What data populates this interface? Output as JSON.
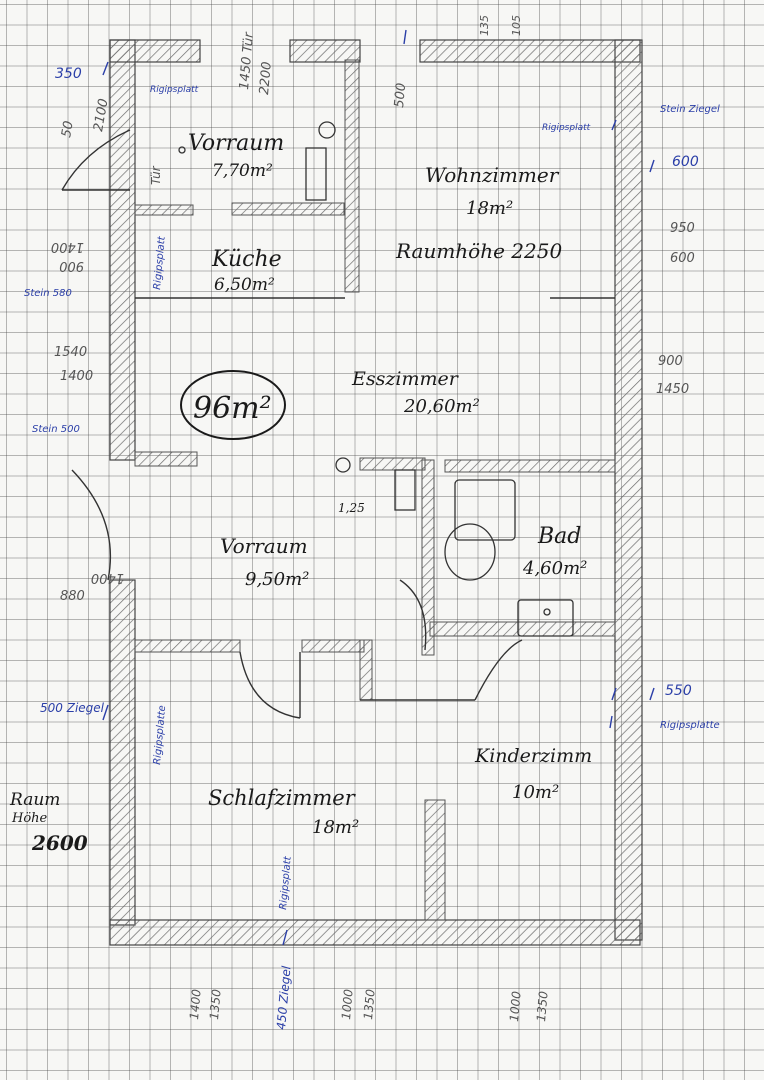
{
  "rooms": {
    "vorraum_top": {
      "name": "Vorraum",
      "area": "7,70m²"
    },
    "kueche": {
      "name": "Küche",
      "area": "6,50m²"
    },
    "wohnzimmer": {
      "name": "Wohnzimmer",
      "area": "18m²"
    },
    "raumhoehe": "Raumhöhe 2250",
    "esszimmer": {
      "name": "Esszimmer",
      "area": "20,60m²"
    },
    "total_area": "96m²",
    "vorraum_mid": {
      "name": "Vorraum",
      "area": "9,50m²"
    },
    "bad": {
      "name": "Bad",
      "area": "4,60m²"
    },
    "kinderzimmer": {
      "name": "Kinderzimm",
      "area": "10m²"
    },
    "schlafzimmer": {
      "name": "Schlafzimmer",
      "area": "18m²"
    },
    "raum_label": "Raum",
    "hoehe_label": "Höhe",
    "raumhoehe_value": "2600",
    "small_dim": "1,25"
  },
  "annotations": {
    "a350": "350",
    "rigips_top_left": "Rigipsplatt",
    "d2100": "2100",
    "d50": "50",
    "d1450_tuer": "1450 Tür",
    "d2200": "2200",
    "d500_top": "500",
    "d135": "135",
    "d105": "105",
    "rigips_top_right": "Rigipsplatt",
    "stein_ziegel": "Stein Ziegel",
    "d600_top": "600",
    "d950": "950",
    "d600_b": "600",
    "d1400_l": "1400",
    "d900_l": "900",
    "stein_580": "Stein 580",
    "d1540": "1540",
    "d1400_b": "1400",
    "d900_r": "900",
    "d1450_r": "1450",
    "stein_500": "Stein 500",
    "d1400_mid": "1400",
    "d880": "880",
    "d500_ziegel": "500 Ziegel",
    "d550": "550",
    "rigips_right": "Rigipsplatte",
    "rigips_left_low": "Rigipsplatte",
    "rigips_kueche": "Rigipsplatt",
    "rigips_bottom": "Rigipsplatt",
    "tuer": "Tür",
    "d1400_b1": "1400",
    "d1350_b1": "1350",
    "d450_ziegel": "450 Ziegel",
    "d1000_b2": "1000",
    "d1350_b2": "1350",
    "d1000_b3": "1000",
    "d1350_b3": "1350"
  },
  "colors": {
    "pencil": "#1a1a1a",
    "blue_pen": "#2b3fa8",
    "wall_hatch": "#777777"
  }
}
